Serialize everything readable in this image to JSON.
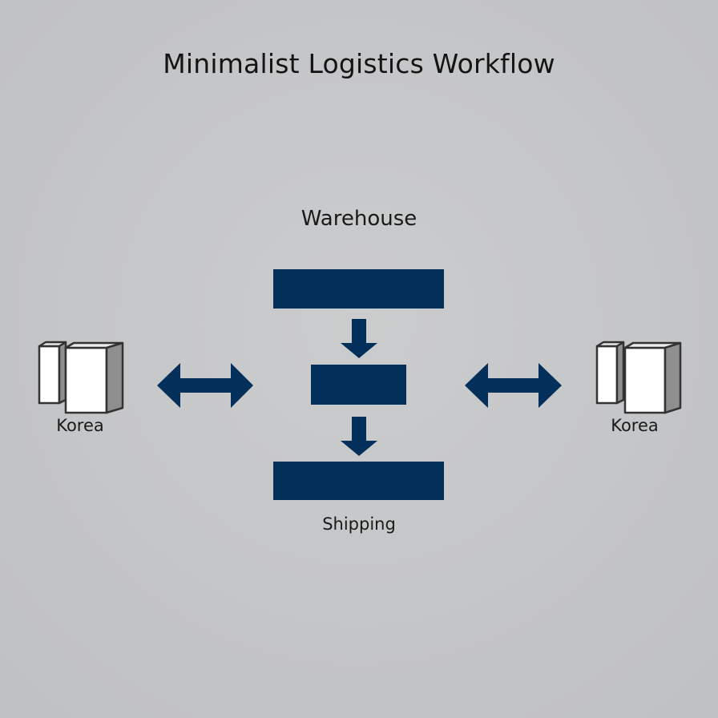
{
  "title": "Minimalist Logistics Workflow",
  "nodes": {
    "warehouse": "Warehouse",
    "shipping": "Shipping",
    "left_location": "Korea",
    "right_location": "Korea"
  },
  "colors": {
    "background": "#c4c5c7",
    "primary_navy": "#03305a",
    "box_face": "#ffffff",
    "box_side": "#8f8f8f",
    "box_outline": "#333333"
  },
  "icons": {
    "left_icon": "buildings-icon",
    "right_icon": "buildings-icon",
    "bidirectional_arrow": "double-arrow-icon",
    "flow_arrow": "down-arrow-icon"
  }
}
